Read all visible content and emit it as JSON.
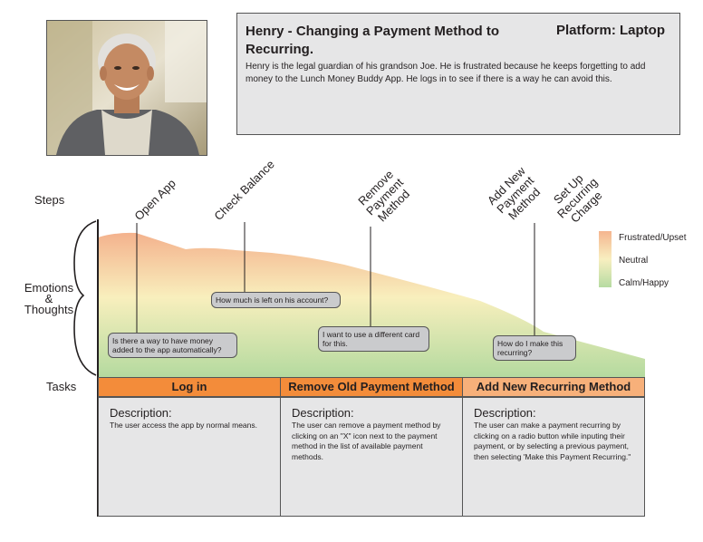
{
  "header": {
    "title": "Henry - Changing a Payment Method to Recurring.",
    "platform": "Platform: Laptop",
    "description": "Henry is the legal guardian of his grandson Joe. He is frustrated because he keeps forgetting to add money to the Lunch Money Buddy App.  He logs in to see if there is a way he can avoid this."
  },
  "row_labels": {
    "steps": "Steps",
    "emotions": "Emotions",
    "amp": "&",
    "thoughts": "Thoughts",
    "tasks": "Tasks"
  },
  "steps": [
    "Open App",
    "Check Balance",
    "Remove Payment Method",
    "Add New Payment Method",
    "Set Up Recurring Charge"
  ],
  "thoughts": [
    "Is there a way to have money added to the app automatically?",
    "How much is left on his account?",
    "I want to use a different card for this.",
    "How do I make this recurring?"
  ],
  "legend": [
    "Frustrated/Upset",
    "Neutral",
    "Calm/Happy"
  ],
  "tasks": [
    {
      "title": "Log in",
      "desc_label": "Description:",
      "desc": "The user access the app by normal means."
    },
    {
      "title": "Remove Old Payment Method",
      "desc_label": "Description:",
      "desc": "The user can remove a payment method by clicking on an \"X\" icon next to the payment method in the list of available payment methods."
    },
    {
      "title": "Add New Recurring Method",
      "desc_label": "Description:",
      "desc": "The user can make a payment recurring by clicking on a radio button while inputing their payment, or by selecting a previous payment, then selecting 'Make this Payment Recurring.\""
    }
  ],
  "colors": {
    "task_dark": "#f38c3a",
    "task_light": "#f7b07a",
    "box_gray": "#e6e6e7",
    "bubble_gray": "#cacbcd"
  }
}
